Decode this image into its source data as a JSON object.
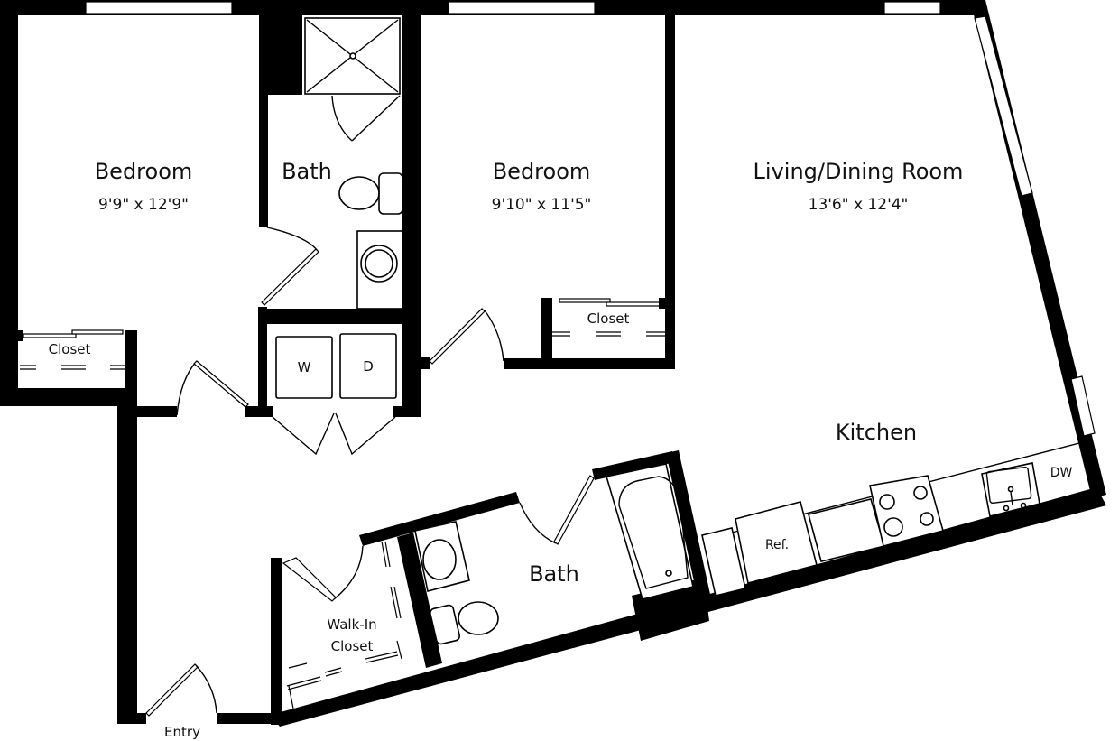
{
  "floorplan": {
    "rooms": {
      "bedroom_1": {
        "name": "Bedroom",
        "dimensions": "9'9\" x 12'9\""
      },
      "bath_1": {
        "name": "Bath"
      },
      "bedroom_2": {
        "name": "Bedroom",
        "dimensions": "9'10\" x 11'5\""
      },
      "living": {
        "name": "Living/Dining Room",
        "dimensions": "13'6\" x 12'4\""
      },
      "kitchen": {
        "name": "Kitchen"
      },
      "bath_2": {
        "name": "Bath"
      },
      "walk_in_closet": {
        "line1": "Walk-In",
        "line2": "Closet"
      },
      "closet_1": {
        "name": "Closet"
      },
      "closet_2": {
        "name": "Closet"
      },
      "entry": {
        "name": "Entry"
      }
    },
    "appliances": {
      "washer": "W",
      "dryer": "D",
      "refrigerator": "Ref.",
      "dishwasher": "DW"
    },
    "colors": {
      "wall": "#000000",
      "background": "#ffffff"
    }
  }
}
